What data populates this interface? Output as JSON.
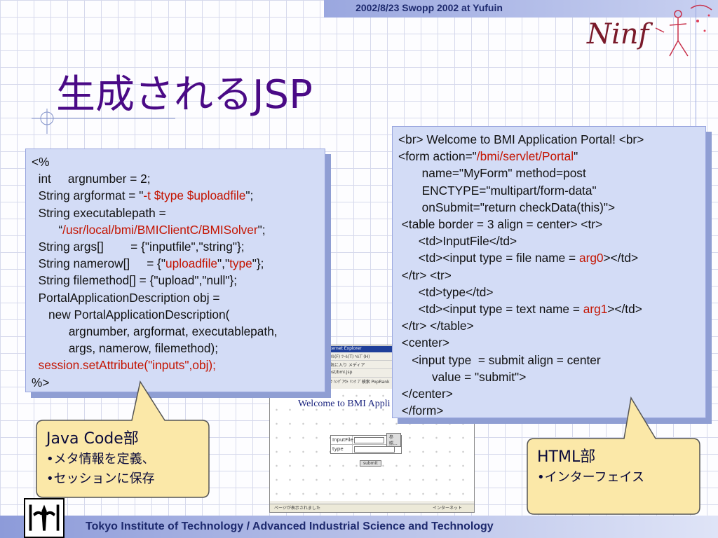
{
  "header": {
    "text": "2002/8/23 Swopp 2002 at Yufuin"
  },
  "title": "生成されるJSP",
  "java_code": [
    [
      {
        "t": "<%"
      }
    ],
    [
      {
        "t": "  int     argnumber = 2;"
      }
    ],
    [
      {
        "t": "  String argformat = \""
      },
      {
        "t": "-t $type $uploadfile",
        "h": true
      },
      {
        "t": "\";"
      }
    ],
    [
      {
        "t": "  String executablepath ="
      }
    ],
    [
      {
        "t": "        “"
      },
      {
        "t": "/usr/local/bmi/BMIClientC/BMISolver",
        "h": true
      },
      {
        "t": "\";"
      }
    ],
    [
      {
        "t": "  String args[]        = {\"inputfile\",\"string\"};"
      }
    ],
    [
      {
        "t": "  String namerow[]     = {\""
      },
      {
        "t": "uploadfile",
        "h": true
      },
      {
        "t": "\",\""
      },
      {
        "t": "type",
        "h": true
      },
      {
        "t": "\"};"
      }
    ],
    [
      {
        "t": "  String filemethod[] = {\"upload\",\"null\"};"
      }
    ],
    [
      {
        "t": "  PortalApplicationDescription obj ="
      }
    ],
    [
      {
        "t": "     new PortalApplicationDescription("
      }
    ],
    [
      {
        "t": "           argnumber, argformat, executablepath,"
      }
    ],
    [
      {
        "t": "           args, namerow, filemethod);"
      }
    ],
    [
      {
        "t": "  "
      },
      {
        "t": "session.setAttribute(\"inputs\",obj);",
        "h": true
      }
    ],
    [
      {
        "t": "%>"
      }
    ]
  ],
  "html_code": [
    [
      {
        "t": "<br> Welcome to BMI Application Portal! <br>"
      }
    ],
    [
      {
        "t": "<form action=\""
      },
      {
        "t": "/bmi/servlet/Portal",
        "h": true
      },
      {
        "t": "\""
      }
    ],
    [
      {
        "t": "       name=\"MyForm\" method=post"
      }
    ],
    [
      {
        "t": "       ENCTYPE=\"multipart/form-data\""
      }
    ],
    [
      {
        "t": "       onSubmit=\"return checkData(this)\">"
      }
    ],
    [
      {
        "t": " <table border = 3 align = center> <tr>"
      }
    ],
    [
      {
        "t": "      <td>InputFile</td>"
      }
    ],
    [
      {
        "t": "      <td><input type = file name = "
      },
      {
        "t": "arg0",
        "h": true
      },
      {
        "t": "></td>"
      }
    ],
    [
      {
        "t": " </tr> <tr>"
      }
    ],
    [
      {
        "t": "      <td>type</td>"
      }
    ],
    [
      {
        "t": "      <td><input type = text name = "
      },
      {
        "t": "arg1",
        "h": true
      },
      {
        "t": "></td>"
      }
    ],
    [
      {
        "t": " </tr> </table>"
      }
    ],
    [
      {
        "t": " <center>"
      }
    ],
    [
      {
        "t": "    <input type  = submit align = center"
      }
    ],
    [
      {
        "t": "          value = \"submit\">"
      }
    ],
    [
      {
        "t": " </center>"
      }
    ],
    [
      {
        "t": " </form>"
      }
    ]
  ],
  "browser": {
    "title": "Internet Explorer",
    "menu": "ﾌｧｲﾙ(F)  ﾂｰﾙ(T)  ﾍﾙﾌﾟ(H)",
    "toolbar": "お気に入り  メディア",
    "address": "/test/bmi.jsp",
    "links": "ﾘﾝｸ  ﾊﾝｸﾞｱｳﾄ  ﾘﾝｸ",
    "search": "ﾌﾞ検索  PopRank",
    "welcome": "Welcome to BMI Appli",
    "input_file_label": "InputFile",
    "browse_label": "参照...",
    "type_label": "type",
    "submit_label": "submit",
    "status_left": "ページが表示されました",
    "status_right": "インターネット"
  },
  "java_callout": {
    "title": "Java Code部",
    "items": [
      "•メタ情報を定義、",
      "•セッションに保存"
    ]
  },
  "html_callout": {
    "title": "HTML部",
    "items": [
      "•インターフェイス"
    ]
  },
  "logo": {
    "text": "Ninf"
  },
  "footer": {
    "text": "Tokyo Institute of Technology / Advanced Industrial Science and Technology"
  },
  "colors": {
    "title": "#4a0a86",
    "highlight": "#c41400",
    "box": "#d3dcf6",
    "callout": "#fbe8a8"
  }
}
